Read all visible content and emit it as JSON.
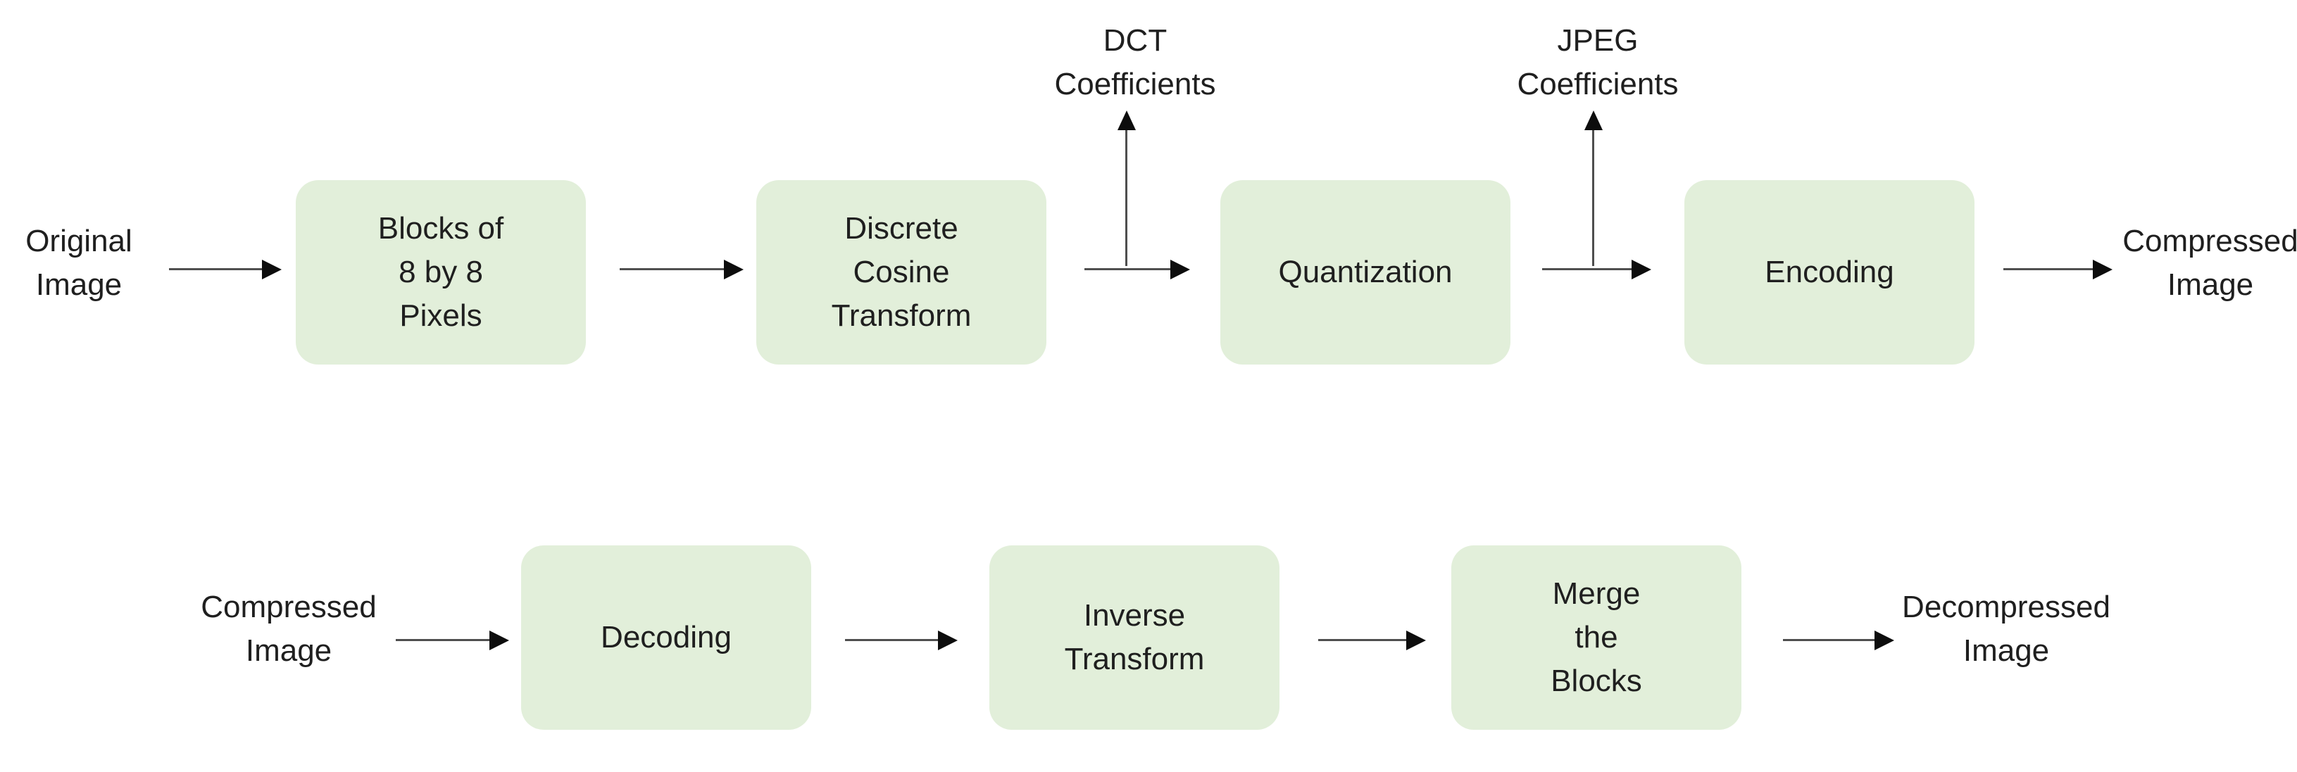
{
  "theme": {
    "page_bg": "#ffffff",
    "box_fill": "#e2efda",
    "text_color": "#1f1f1f",
    "arrow_line": "#4f4f4f",
    "arrow_head": "#0d0d0d"
  },
  "top_row": {
    "input_label": {
      "line1": "Original",
      "line2": "Image"
    },
    "boxes": {
      "blocks": {
        "line1": "Blocks of",
        "line2": "8 by 8",
        "line3": "Pixels"
      },
      "dct": {
        "line1": "Discrete",
        "line2": "Cosine",
        "line3": "Transform"
      },
      "quantization": {
        "line1": "Quantization"
      },
      "encoding": {
        "line1": "Encoding"
      }
    },
    "annotations": {
      "dct_coefficients": {
        "line1": "DCT",
        "line2": "Coefficients"
      },
      "jpeg_coefficients": {
        "line1": "JPEG",
        "line2": "Coefficients"
      }
    },
    "output_label": {
      "line1": "Compressed",
      "line2": "Image"
    }
  },
  "bottom_row": {
    "input_label": {
      "line1": "Compressed",
      "line2": "Image"
    },
    "boxes": {
      "decoding": {
        "line1": "Decoding"
      },
      "inverse_transform": {
        "line1": "Inverse",
        "line2": "Transform"
      },
      "merge_blocks": {
        "line1": "Merge",
        "line2": "the",
        "line3": "Blocks"
      }
    },
    "output_label": {
      "line1": "Decompressed",
      "line2": "Image"
    }
  }
}
